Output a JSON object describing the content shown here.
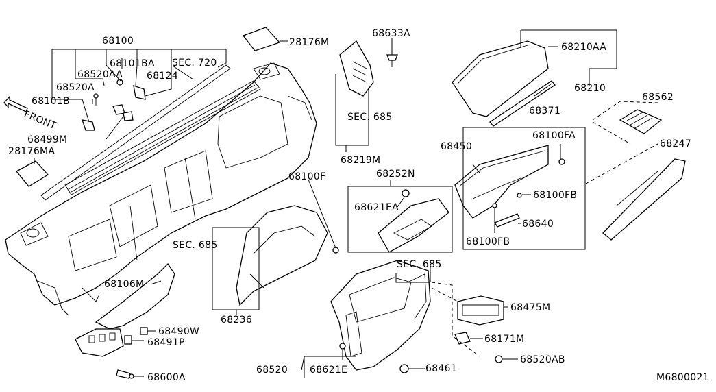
{
  "diagram_code": "M6800021",
  "front_label": "FRONT",
  "labels": {
    "p68100": "68100",
    "p68101BA": "68101BA",
    "p68520AA": "68520AA",
    "p68124": "68124",
    "p68520A": "68520A",
    "p68101B": "68101B",
    "p68499M": "68499M",
    "p28176MA": "28176MA",
    "p28176M": "28176M",
    "sec720": "SEC. 720",
    "p68633A": "68633A",
    "sec685_top": "SEC. 685",
    "p68219M": "68219M",
    "p68210AA": "68210AA",
    "p68210": "68210",
    "p68371": "68371",
    "p68562": "68562",
    "p68450": "68450",
    "p68100FA": "68100FA",
    "p68247": "68247",
    "p68100FB_a": "68100FB",
    "p68640": "68640",
    "p68100FB_b": "68100FB",
    "p68252N": "68252N",
    "p68621EA": "68621EA",
    "p68100F": "68100F",
    "sec685_left": "SEC. 685",
    "p68236": "68236",
    "p68106M": "68106M",
    "p68490W": "68490W",
    "p68491P": "68491P",
    "p68600A": "68600A",
    "sec685_center": "SEC. 685",
    "p68475M": "68475M",
    "p68171M": "68171M",
    "p68520AB": "68520AB",
    "p68520": "68520",
    "p68621E": "68621E",
    "p68461": "68461"
  }
}
